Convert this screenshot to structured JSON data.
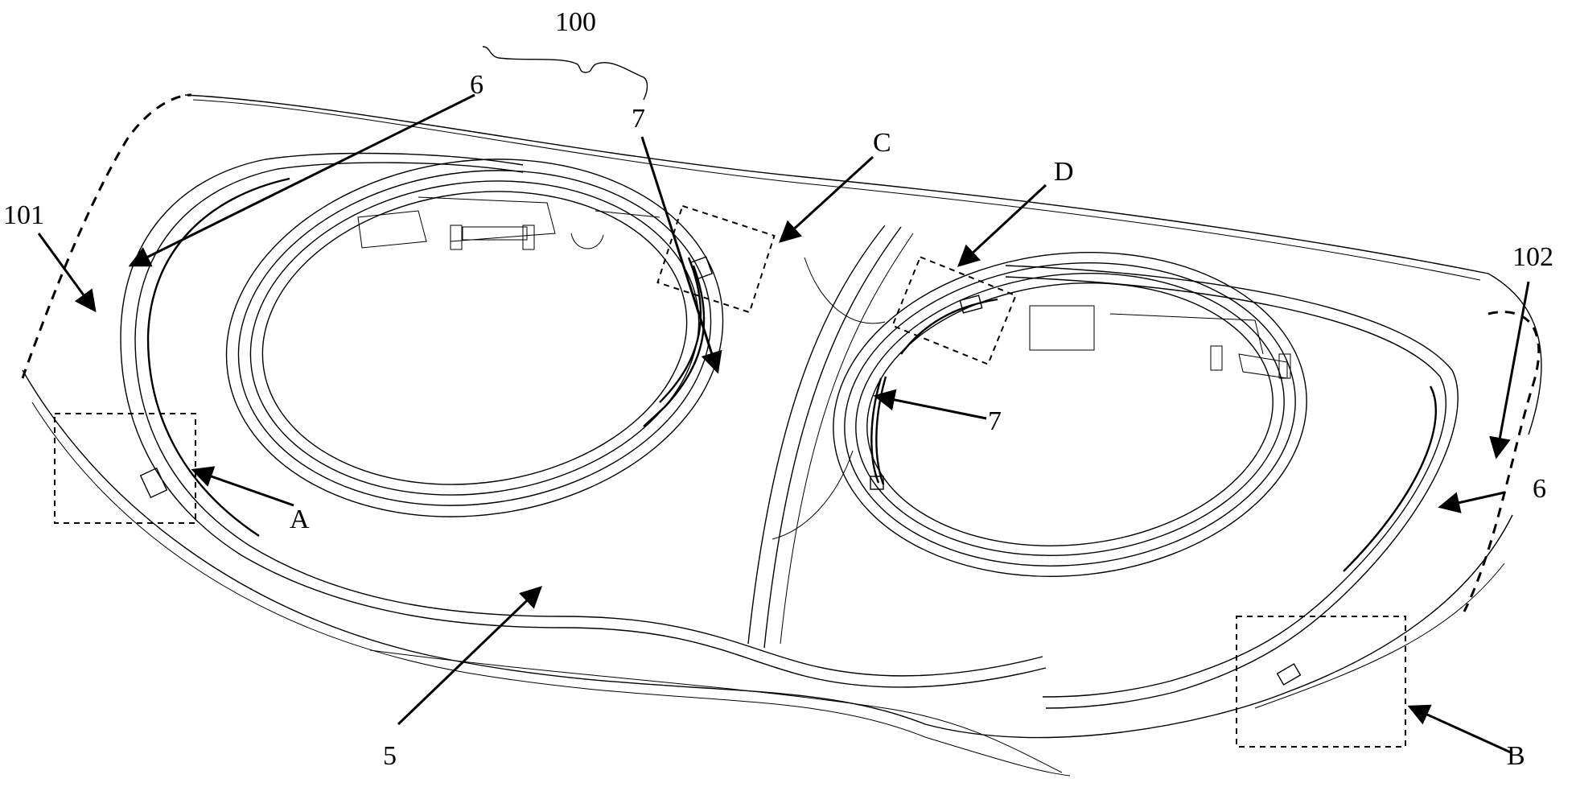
{
  "labels": {
    "assembly": "100",
    "left_region": "101",
    "right_region": "102",
    "ref_6_left": "6",
    "ref_6_right": "6",
    "ref_7_left": "7",
    "ref_7_right": "7",
    "ref_5": "5",
    "detail_A": "A",
    "detail_B": "B",
    "detail_C": "C",
    "detail_D": "D"
  }
}
